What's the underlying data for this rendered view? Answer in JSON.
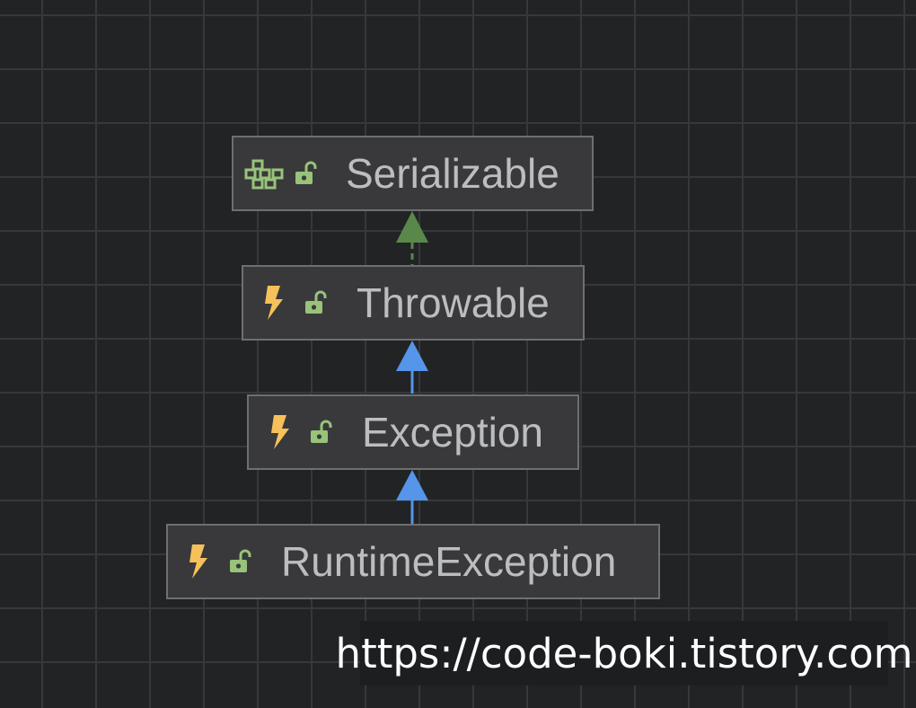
{
  "nodes": [
    {
      "label": "Serializable",
      "kind": "interface",
      "icons": [
        "interface-icon",
        "unlock-icon"
      ]
    },
    {
      "label": "Throwable",
      "kind": "class",
      "icons": [
        "lightning-icon",
        "unlock-icon"
      ]
    },
    {
      "label": "Exception",
      "kind": "class",
      "icons": [
        "lightning-icon",
        "unlock-icon"
      ]
    },
    {
      "label": "RuntimeException",
      "kind": "class",
      "icons": [
        "lightning-icon",
        "unlock-icon"
      ]
    }
  ],
  "edges": [
    {
      "from": "Throwable",
      "to": "Serializable",
      "type": "implements",
      "color": "#59884a"
    },
    {
      "from": "Exception",
      "to": "Throwable",
      "type": "extends",
      "color": "#5595ea"
    },
    {
      "from": "RuntimeException",
      "to": "Exception",
      "type": "extends",
      "color": "#5595ea"
    }
  ],
  "colors": {
    "canvas": "#222325",
    "node_fill": "#39393b",
    "node_border": "#6e6f71",
    "label": "#bbbdc0",
    "lightning": "#f6c15a",
    "unlock": "#98c379",
    "interface": "#98c379"
  },
  "watermark": "https://code-boki.tistory.com"
}
